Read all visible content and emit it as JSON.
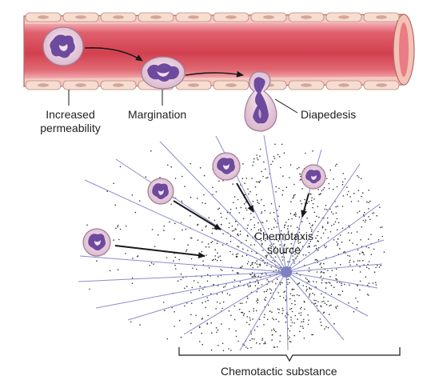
{
  "labels": {
    "increased_permeability": [
      "Increased",
      "permeability"
    ],
    "margination": "Margination",
    "diapedesis": "Diapedesis",
    "chemotaxis_source": [
      "Chemotaxis",
      "source"
    ],
    "chemotactic_substance": "Chemotactic substance"
  },
  "colors": {
    "vessel_lumen": "#d64a58",
    "vessel_wall": "#f6c9c0",
    "endothelial_cell": "#f7ddd0",
    "cell_membrane": "#e9d0dc",
    "cell_nucleus": "#6e4a9e",
    "radial_lines": "#8c8ccd",
    "source_point": "#7f80c2",
    "stipple": "#333333",
    "arrow": "#1a1a1a"
  }
}
